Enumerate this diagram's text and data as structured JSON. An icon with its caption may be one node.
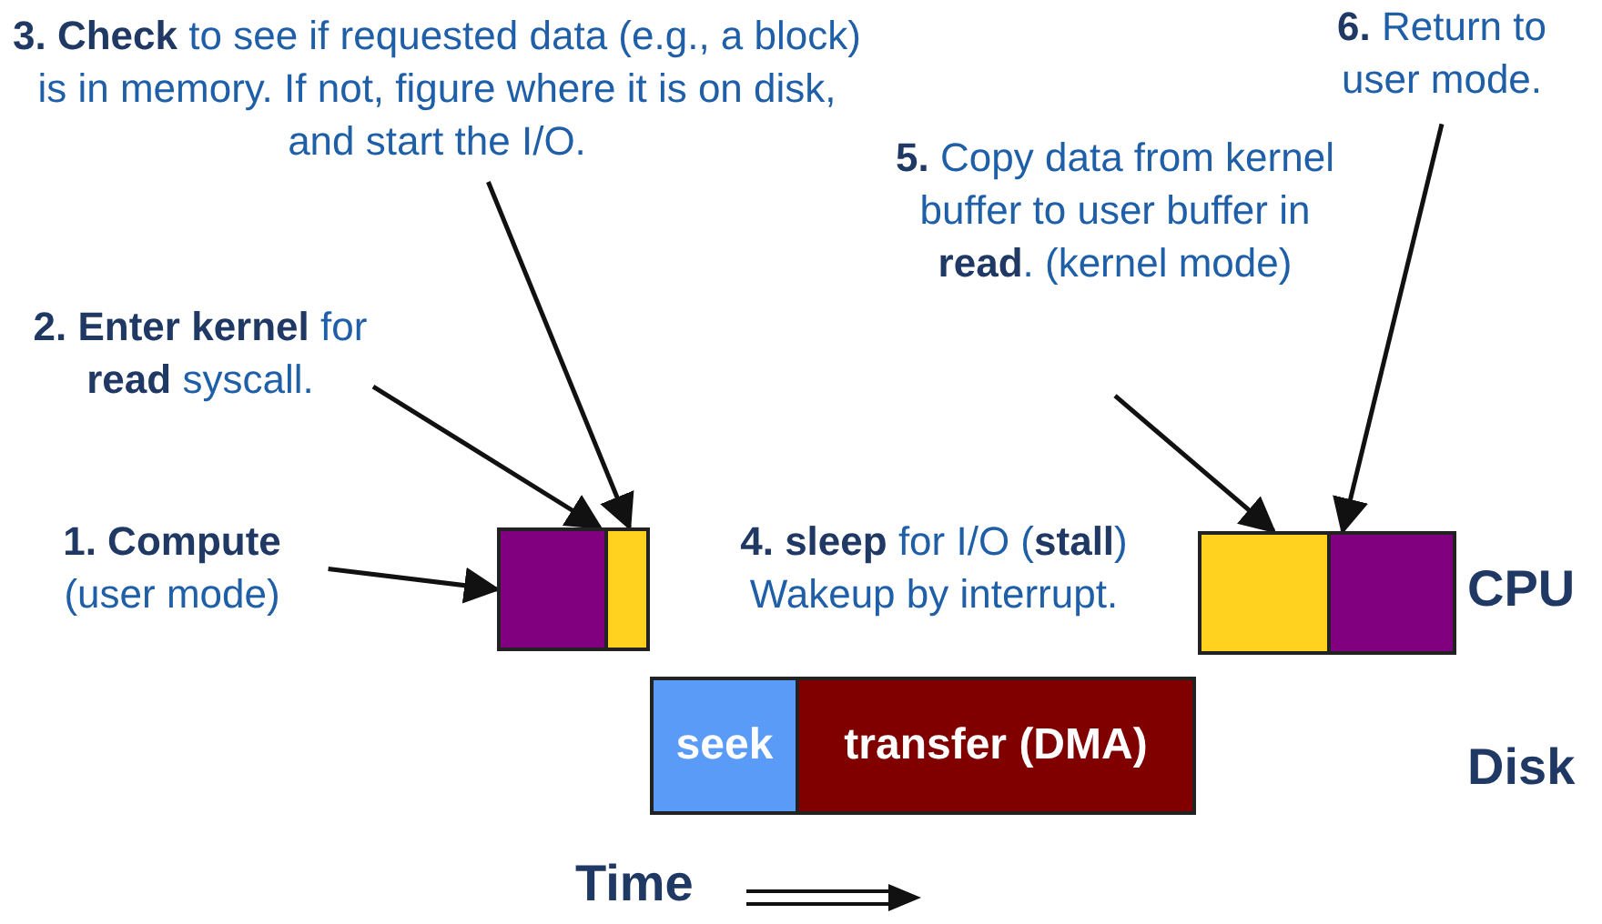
{
  "diagram": {
    "nodes": [
      {
        "text": [
          "**3. Check** to see if requested data (e.g., a block) is in memory.  If not, figure where it is on disk, and start the I/O."
        ]
      },
      {
        "text": [
          "**6.** Return to user mode."
        ]
      },
      {
        "text": [
          "**5.** Copy data from kernel buffer to user buffer in **read**. (kernel mode)"
        ]
      },
      {
        "text": [
          "**2. Enter kernel** for **read** syscall."
        ]
      },
      {
        "text": [
          "**1. Compute** (user mode)"
        ]
      },
      {
        "text": [],
        "shape": "box"
      },
      {
        "text": [],
        "shape": "box"
      },
      {
        "text": [],
        "shape": "box"
      },
      {
        "text": [],
        "shape": "box"
      },
      {
        "text": [
          "seek"
        ]
      },
      {
        "text": [
          "transfer (DMA)"
        ]
      }
    ],
    "edges": [
      {
        "from": 4,
        "to": 5,
        "arrow": "to"
      },
      {
        "from": 3,
        "to": 6,
        "arrow": "to"
      },
      {
        "from": 0,
        "to": 6,
        "arrow": "to"
      },
      {
        "from": 2,
        "to": 7,
        "arrow": "to"
      },
      {
        "from": 1,
        "to": 8,
        "arrow": "to"
      }
    ],
    "labels": [
      "**4. sleep** for I/O (**stall**) Wakeup by interrupt.",
      "CPU",
      "Disk",
      "Time"
    ]
  }
}
